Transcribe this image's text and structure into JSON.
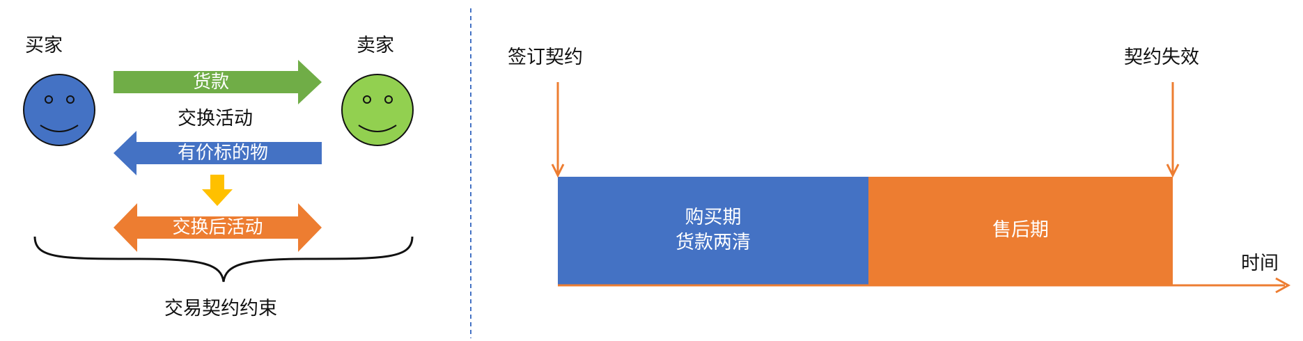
{
  "colors": {
    "buyer": "#4472C4",
    "seller": "#92D050",
    "money_arrow": "#70AD47",
    "goods_arrow": "#4472C4",
    "down_arrow": "#FFC000",
    "after_arrow": "#ED7D31",
    "purchase_period": "#4472C4",
    "aftersale_period": "#ED7D31",
    "divider": "#4472C4"
  },
  "left": {
    "buyer_label": "买家",
    "seller_label": "卖家",
    "money_label": "货款",
    "exchange_label": "交换活动",
    "goods_label": "有价标的物",
    "after_exchange_label": "交换后活动",
    "contract_label": "交易契约约束"
  },
  "right": {
    "sign_label": "签订契约",
    "expire_label": "契约失效",
    "purchase_line1": "购买期",
    "purchase_line2": "货款两清",
    "aftersale_label": "售后期",
    "time_label": "时间"
  }
}
